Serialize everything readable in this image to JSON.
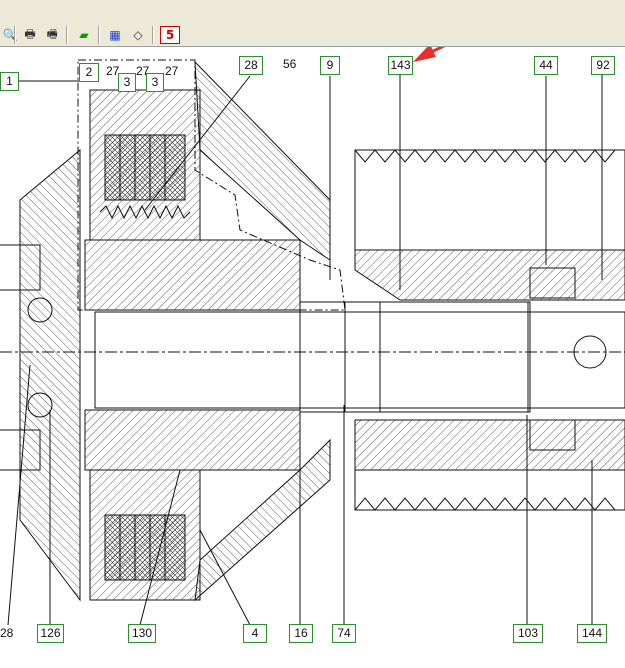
{
  "toolbar": {
    "buttons": [
      {
        "name": "zoom",
        "icon": "magnifier-icon",
        "glyph": "🔍"
      },
      {
        "name": "print",
        "icon": "printer-icon",
        "glyph": "🖶"
      },
      {
        "name": "print-preview",
        "icon": "print-preview-icon",
        "glyph": "🖷"
      },
      {
        "name": "book",
        "icon": "green-book-icon",
        "glyph": "▰"
      },
      {
        "name": "grid",
        "icon": "blue-grid-icon",
        "glyph": "▦"
      },
      {
        "name": "eraser",
        "icon": "eraser-icon",
        "glyph": "◇"
      },
      {
        "name": "export",
        "icon": "red-export-icon",
        "glyph": "5"
      }
    ]
  },
  "drawing": {
    "labels": {
      "l1": "1",
      "l2": "2",
      "l27a": "27",
      "l3a": "3",
      "l27b": "27",
      "l3b": "3",
      "l27c": "27",
      "l28top": "28",
      "l56": "56",
      "l9": "9",
      "l143": "143",
      "l44": "44",
      "l92": "92",
      "l28bot": "28",
      "l126": "126",
      "l130": "130",
      "l4": "4",
      "l16": "16",
      "l74": "74",
      "l103": "103",
      "l144": "144"
    }
  }
}
